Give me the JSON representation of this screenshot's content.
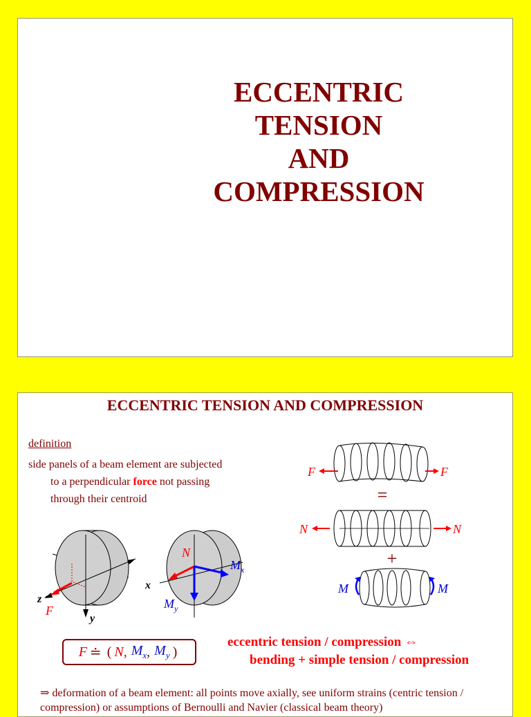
{
  "slide1": {
    "title_lines": [
      "ECCENTRIC",
      "TENSION",
      "AND",
      "COMPRESSION"
    ]
  },
  "slide2": {
    "title": "ECCENTRIC TENSION AND COMPRESSION",
    "definition_heading": "definition",
    "definition_line1": "side panels of a beam element are subjected",
    "definition_line2_pre": "to a perpendicular ",
    "definition_force": "force",
    "definition_line2_post": " not passing",
    "definition_line3": "through their centroid",
    "diagram_labels": {
      "z": "z",
      "F": "F",
      "y": "y",
      "x": "x",
      "N": "N",
      "Mx": "M",
      "Mx_sub": "x",
      "My": "M",
      "My_sub": "y",
      "equals": "=",
      "plus": "+",
      "M": "M"
    },
    "formula": {
      "F": "F",
      "eq": "≐",
      "open": "(",
      "N": "N,",
      "M1": "M",
      "M1_sub": "x",
      "comma": ",",
      "M2": "M",
      "M2_sub": "y",
      "close": ")"
    },
    "eccentric_line1": "eccentric tension / compression ⇔",
    "eccentric_line2": "bending + simple tension / compression",
    "deformation_text": "⇒ deformation of a beam element: all points move axially, see uniform strains (centric tension / compression) or assumptions of Bernoulli and Navier (classical beam theory)"
  }
}
